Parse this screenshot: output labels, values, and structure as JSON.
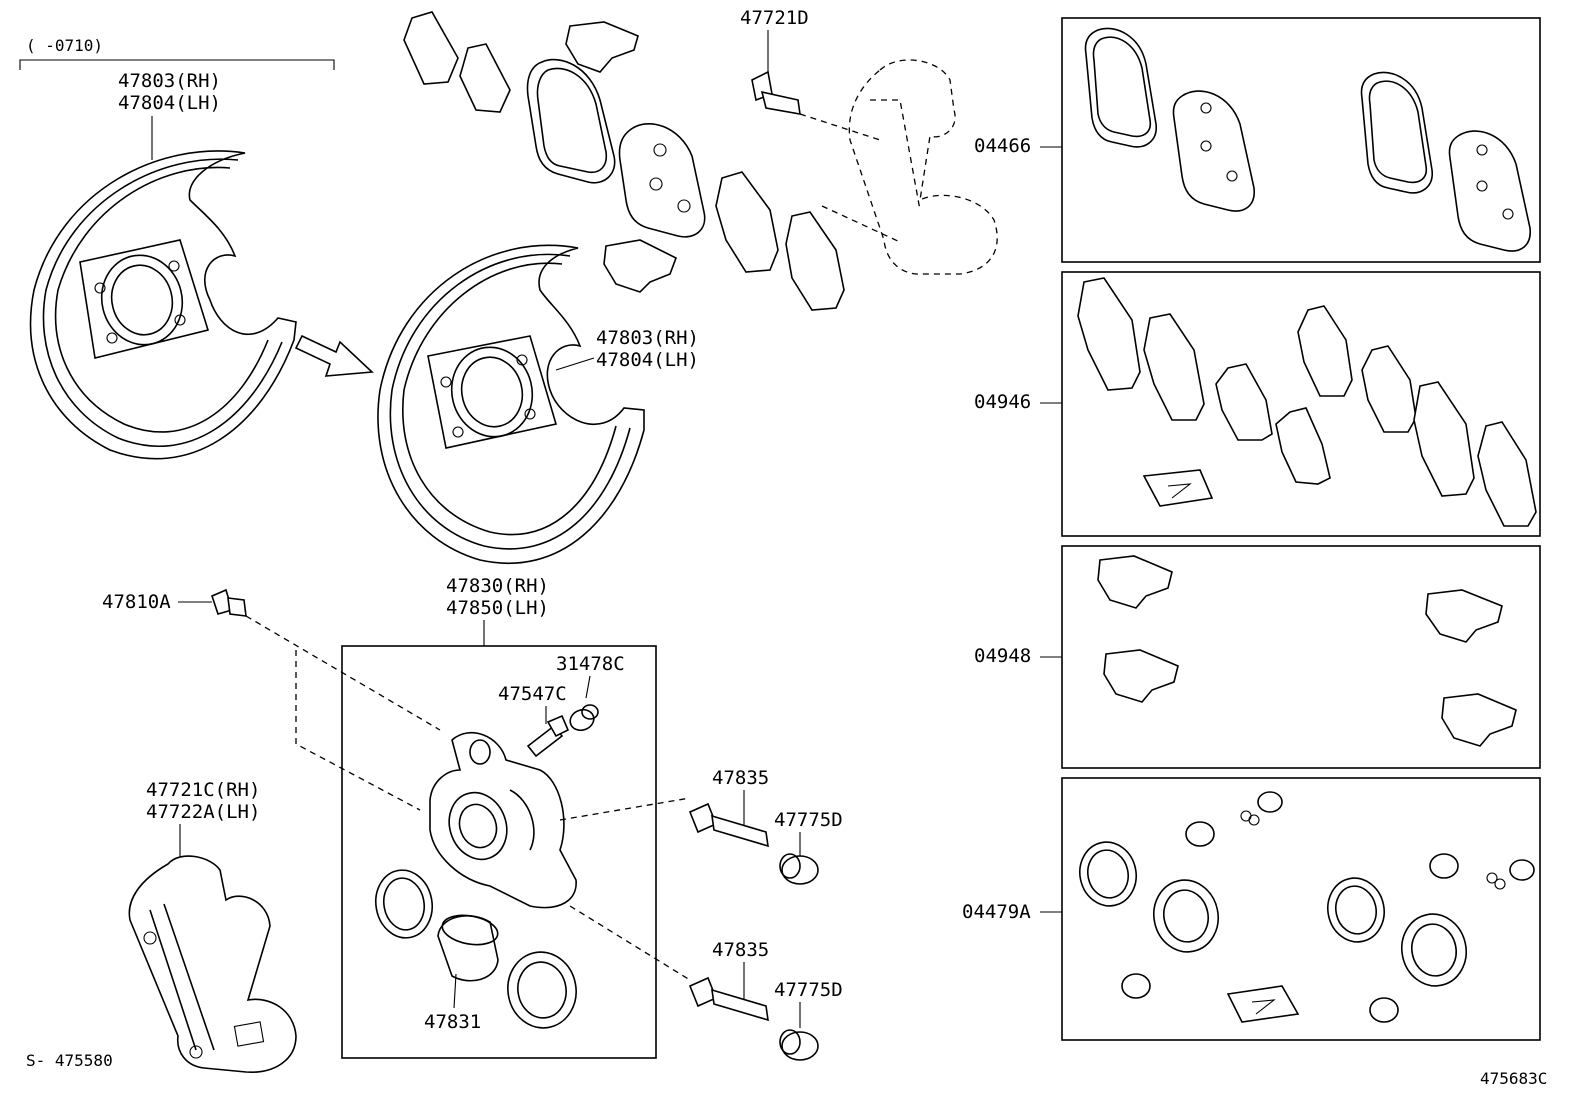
{
  "labels": {
    "date_range": "(      -0710)",
    "backing_plate_top_rh": "47803(RH)",
    "backing_plate_top_lh": "47804(LH)",
    "backing_plate_rh": "47803(RH)",
    "backing_plate_lh": "47804(LH)",
    "bolt_47721D": "47721D",
    "bolt_47810A": "47810A",
    "caliper_rh": "47830(RH)",
    "caliper_lh": "47850(LH)",
    "cap_31478C": "31478C",
    "bleeder_47547C": "47547C",
    "mounting_rh": "47721C(RH)",
    "mounting_lh": "47722A(LH)",
    "piston_47831": "47831",
    "pin_upper": "47835",
    "boot_upper": "47775D",
    "pin_lower": "47835",
    "boot_lower": "47775D",
    "kit_pads": "04466",
    "kit_shims": "04946",
    "kit_clips": "04948",
    "kit_seals": "04479A",
    "ref_left": "S- 475580",
    "ref_right": "475683C"
  }
}
